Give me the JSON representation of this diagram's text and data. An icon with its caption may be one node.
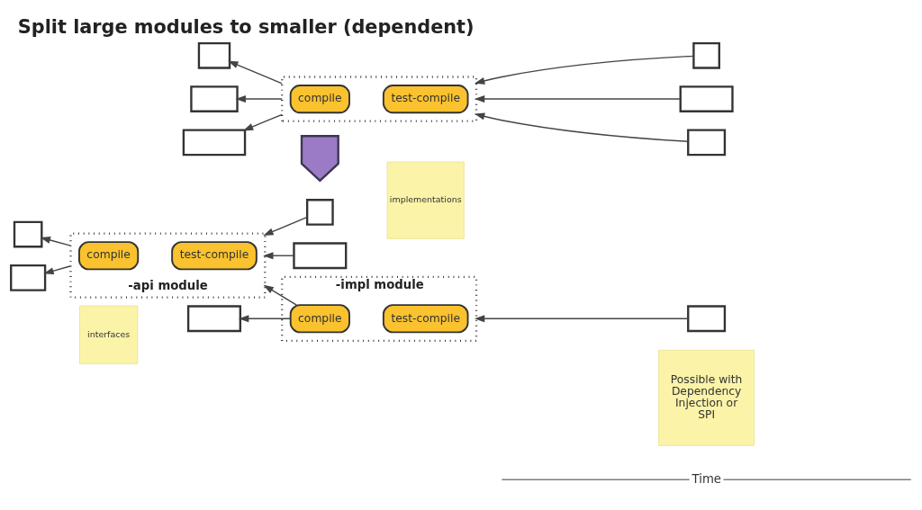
{
  "diagram": {
    "title": "Split large modules to smaller (dependent)",
    "nodes": [
      {
        "text": [],
        "shape": "box"
      },
      {
        "text": [
          "compile"
        ],
        "in": 0
      },
      {
        "text": [
          "test-compile"
        ],
        "in": 0
      },
      {
        "text": [],
        "shape": "box"
      },
      {
        "text": [],
        "shape": "box"
      },
      {
        "text": [],
        "shape": "box"
      },
      {
        "text": [],
        "shape": "box"
      },
      {
        "text": [],
        "shape": "box"
      },
      {
        "text": [],
        "shape": "box"
      },
      {
        "text": [],
        "shape": "arrow"
      },
      {
        "text": [
          "implementations"
        ]
      },
      {
        "text": [
          "-impl module"
        ]
      },
      {
        "text": [
          "compile"
        ],
        "in": 11
      },
      {
        "text": [
          "test-compile"
        ],
        "in": 11
      },
      {
        "text": [],
        "shape": "box"
      },
      {
        "text": [],
        "shape": "box"
      },
      {
        "text": [
          "-api module"
        ]
      },
      {
        "text": [
          "compile"
        ],
        "in": 16
      },
      {
        "text": [
          "test-compile"
        ],
        "in": 16
      },
      {
        "text": [],
        "shape": "box"
      },
      {
        "text": [],
        "shape": "box"
      },
      {
        "text": [],
        "shape": "box"
      },
      {
        "text": [],
        "shape": "box"
      },
      {
        "text": [
          "interfaces"
        ]
      },
      {
        "text": [
          "Possible with Dependency Injection or SPI"
        ]
      }
    ],
    "edges": [
      {
        "from": 0,
        "to": 3,
        "arrow": "to"
      },
      {
        "from": 0,
        "to": 4,
        "arrow": "to"
      },
      {
        "from": 0,
        "to": 5,
        "arrow": "to"
      },
      {
        "from": 6,
        "to": 0,
        "arrow": "to"
      },
      {
        "from": 7,
        "to": 0,
        "arrow": "to"
      },
      {
        "from": 8,
        "to": 0,
        "arrow": "to"
      },
      {
        "from": 12,
        "to": 14,
        "arrow": "to"
      },
      {
        "from": 15,
        "to": 11,
        "arrow": "to"
      },
      {
        "from": 12,
        "to": 16,
        "arrow": "to"
      },
      {
        "from": 16,
        "to": 19,
        "arrow": "to"
      },
      {
        "from": 16,
        "to": 20,
        "arrow": "to"
      },
      {
        "from": 21,
        "to": 16,
        "arrow": "to"
      },
      {
        "from": 22,
        "to": 16,
        "arrow": "to"
      }
    ],
    "labels": [
      "Time"
    ]
  }
}
